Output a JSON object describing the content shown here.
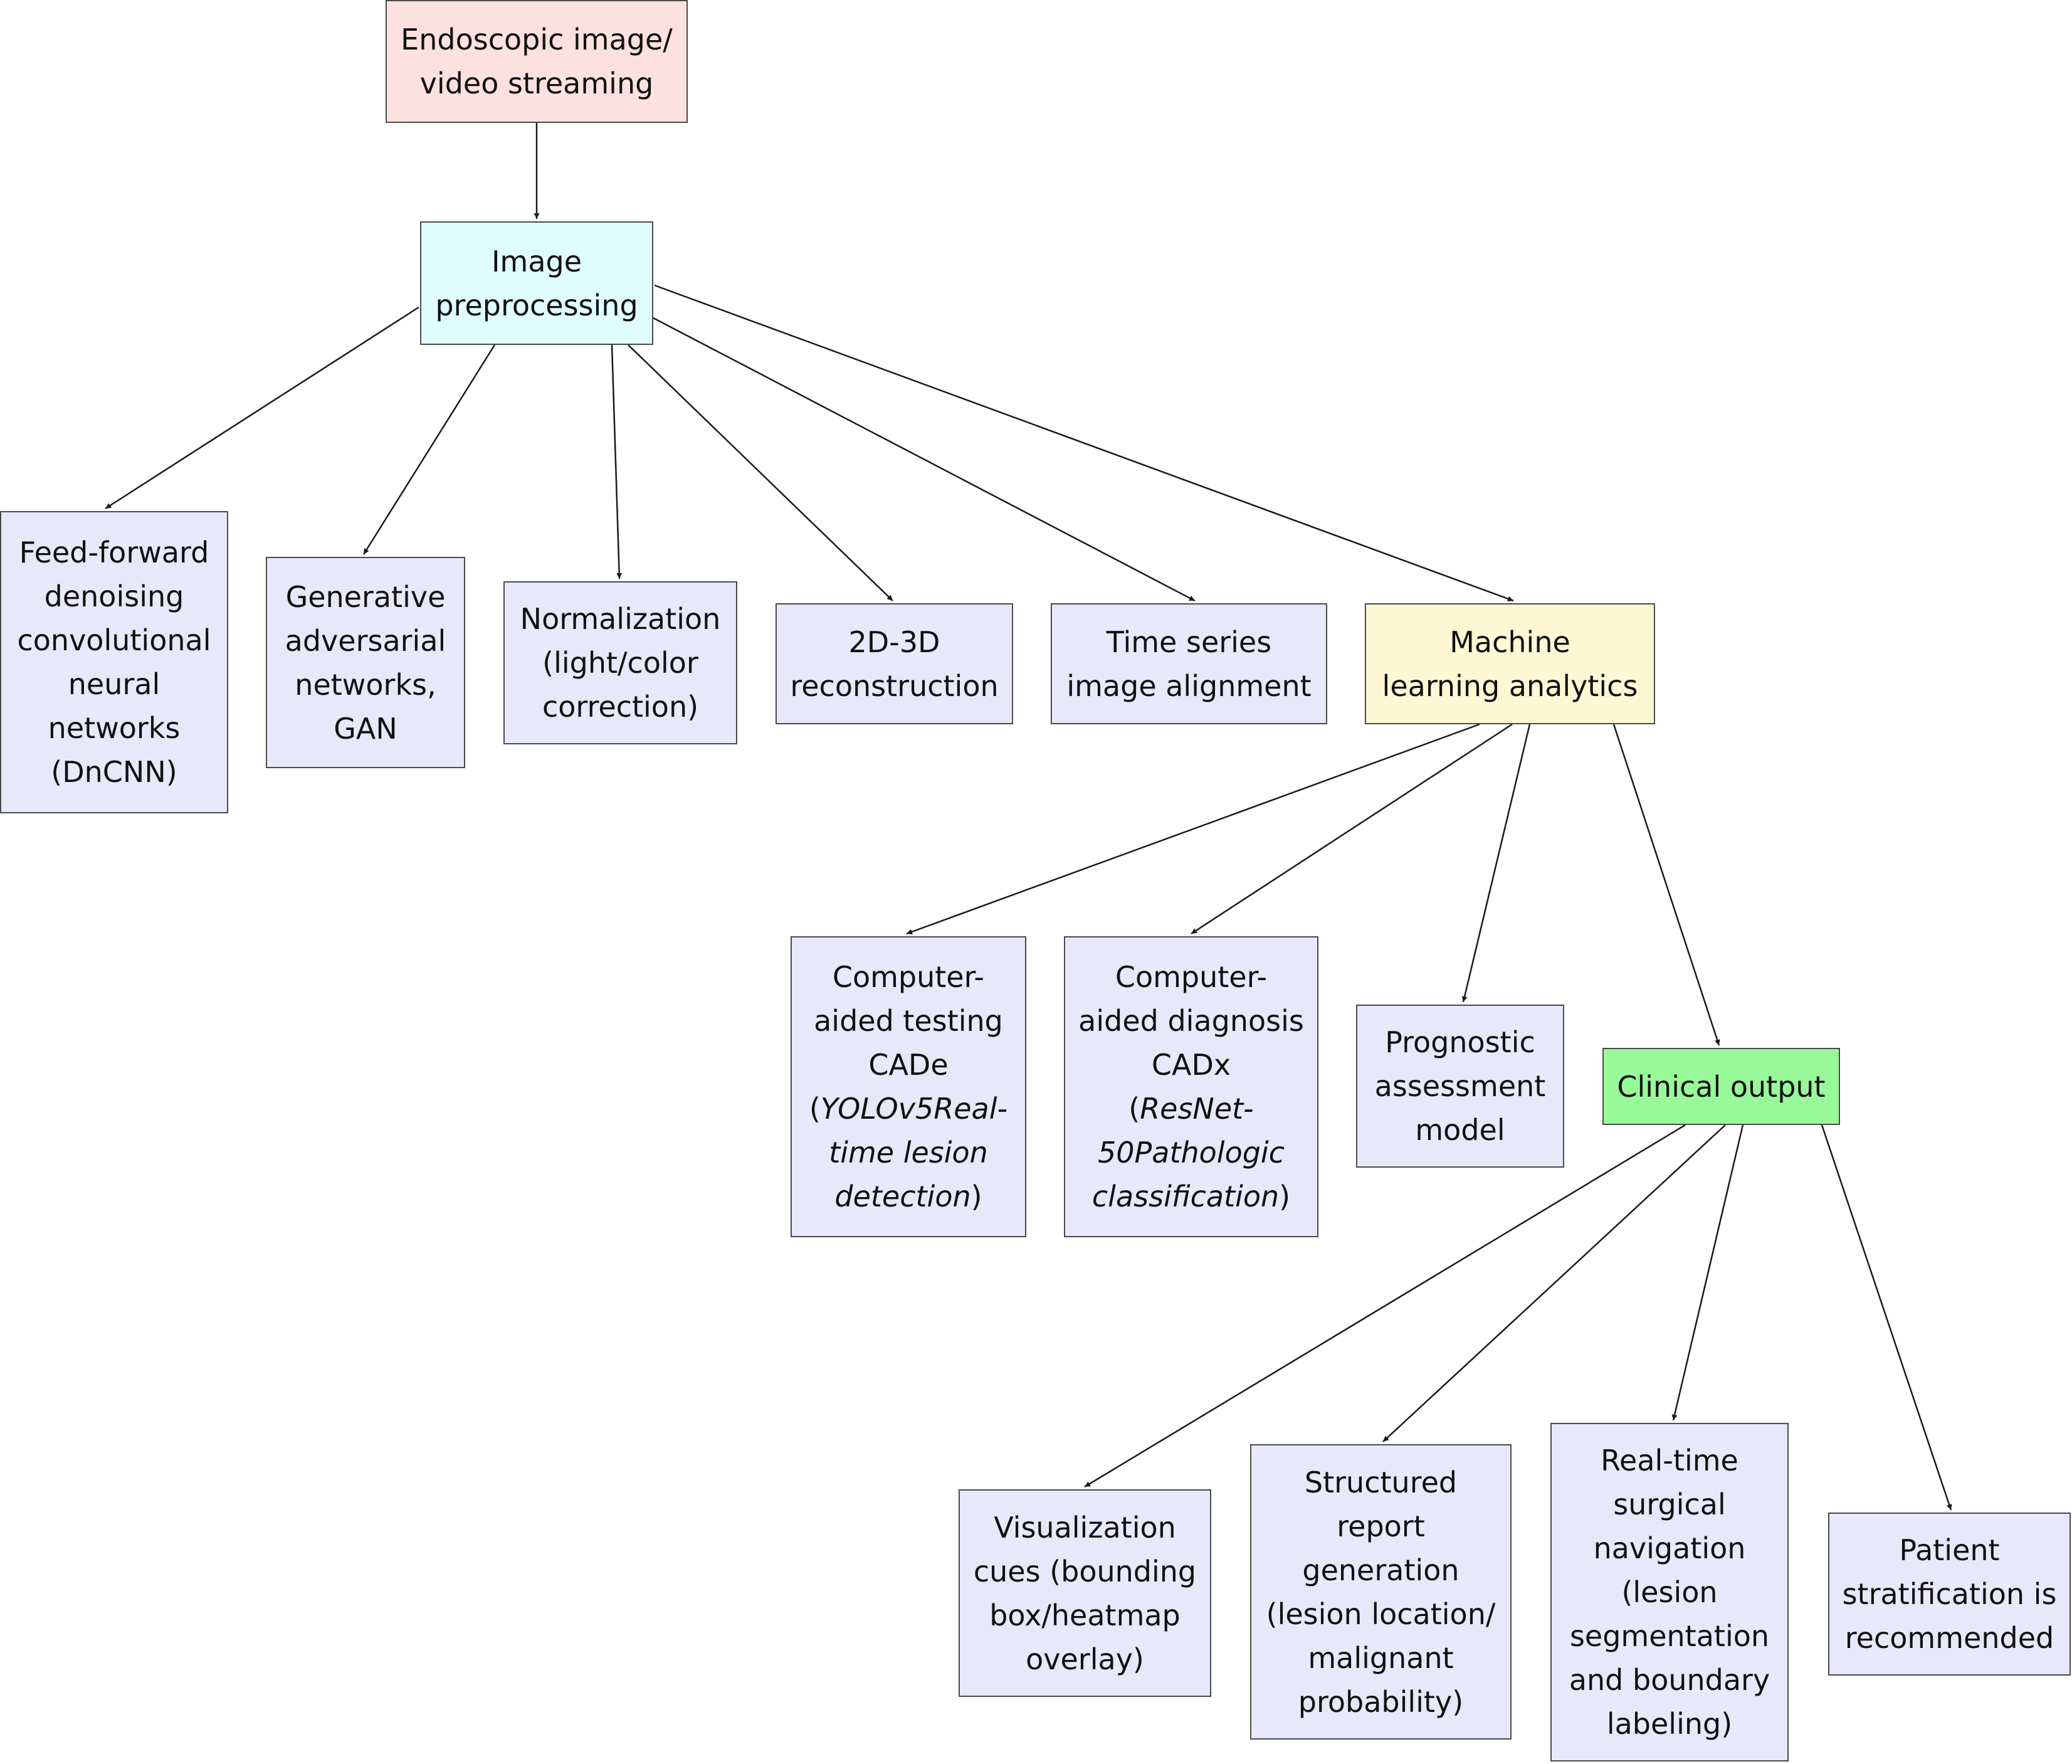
{
  "colors": {
    "source": "#fde1de",
    "preprocessing": "#e0fdfd",
    "analytics": "#fef7d3",
    "output": "#98f998",
    "leaf": "#e8e8fb",
    "border": "#4a4a4a",
    "edge": "#1a1a1a"
  },
  "nodes": {
    "source": {
      "lines": [
        "Endoscopic image/",
        "video streaming"
      ]
    },
    "preprocessing": {
      "lines": [
        "Image",
        "preprocessing"
      ]
    },
    "dncnn": {
      "lines": [
        "Feed-forward",
        "denoising",
        "convolutional",
        "neural",
        "networks",
        "(DnCNN)"
      ]
    },
    "gan": {
      "lines": [
        "Generative",
        "adversarial",
        "networks,",
        "GAN"
      ]
    },
    "normalization": {
      "lines": [
        "Normalization",
        "(light/color",
        "correction)"
      ]
    },
    "reconstruction": {
      "lines": [
        "2D-3D",
        "reconstruction"
      ]
    },
    "alignment": {
      "lines": [
        "Time series",
        "image alignment"
      ]
    },
    "ml": {
      "lines": [
        "Machine",
        "learning analytics"
      ]
    },
    "cade": {
      "lines": [
        "Computer-",
        "aided testing",
        "CADe"
      ],
      "detail_open": "(",
      "detail_lines": [
        "YOLOv5Real-",
        "time lesion",
        "detection"
      ],
      "detail_close": ")"
    },
    "cadx": {
      "lines": [
        "Computer-",
        "aided diagnosis",
        "CADx"
      ],
      "detail_open": "(",
      "detail_lines": [
        "ResNet-",
        "50Pathologic",
        "classification"
      ],
      "detail_close": ")"
    },
    "prognostic": {
      "lines": [
        "Prognostic",
        "assessment",
        "model"
      ]
    },
    "clinical": {
      "lines": [
        "Clinical output"
      ]
    },
    "visualization": {
      "lines": [
        "Visualization",
        "cues (bounding",
        "box/heatmap",
        "overlay)"
      ]
    },
    "report": {
      "lines": [
        "Structured",
        "report",
        "generation",
        "(lesion location/",
        "malignant",
        "probability)"
      ]
    },
    "navigation": {
      "lines": [
        "Real-time",
        "surgical",
        "navigation",
        "(lesion",
        "segmentation",
        "and boundary",
        "labeling)"
      ]
    },
    "stratification": {
      "lines": [
        "Patient",
        "stratification is",
        "recommended"
      ]
    }
  }
}
